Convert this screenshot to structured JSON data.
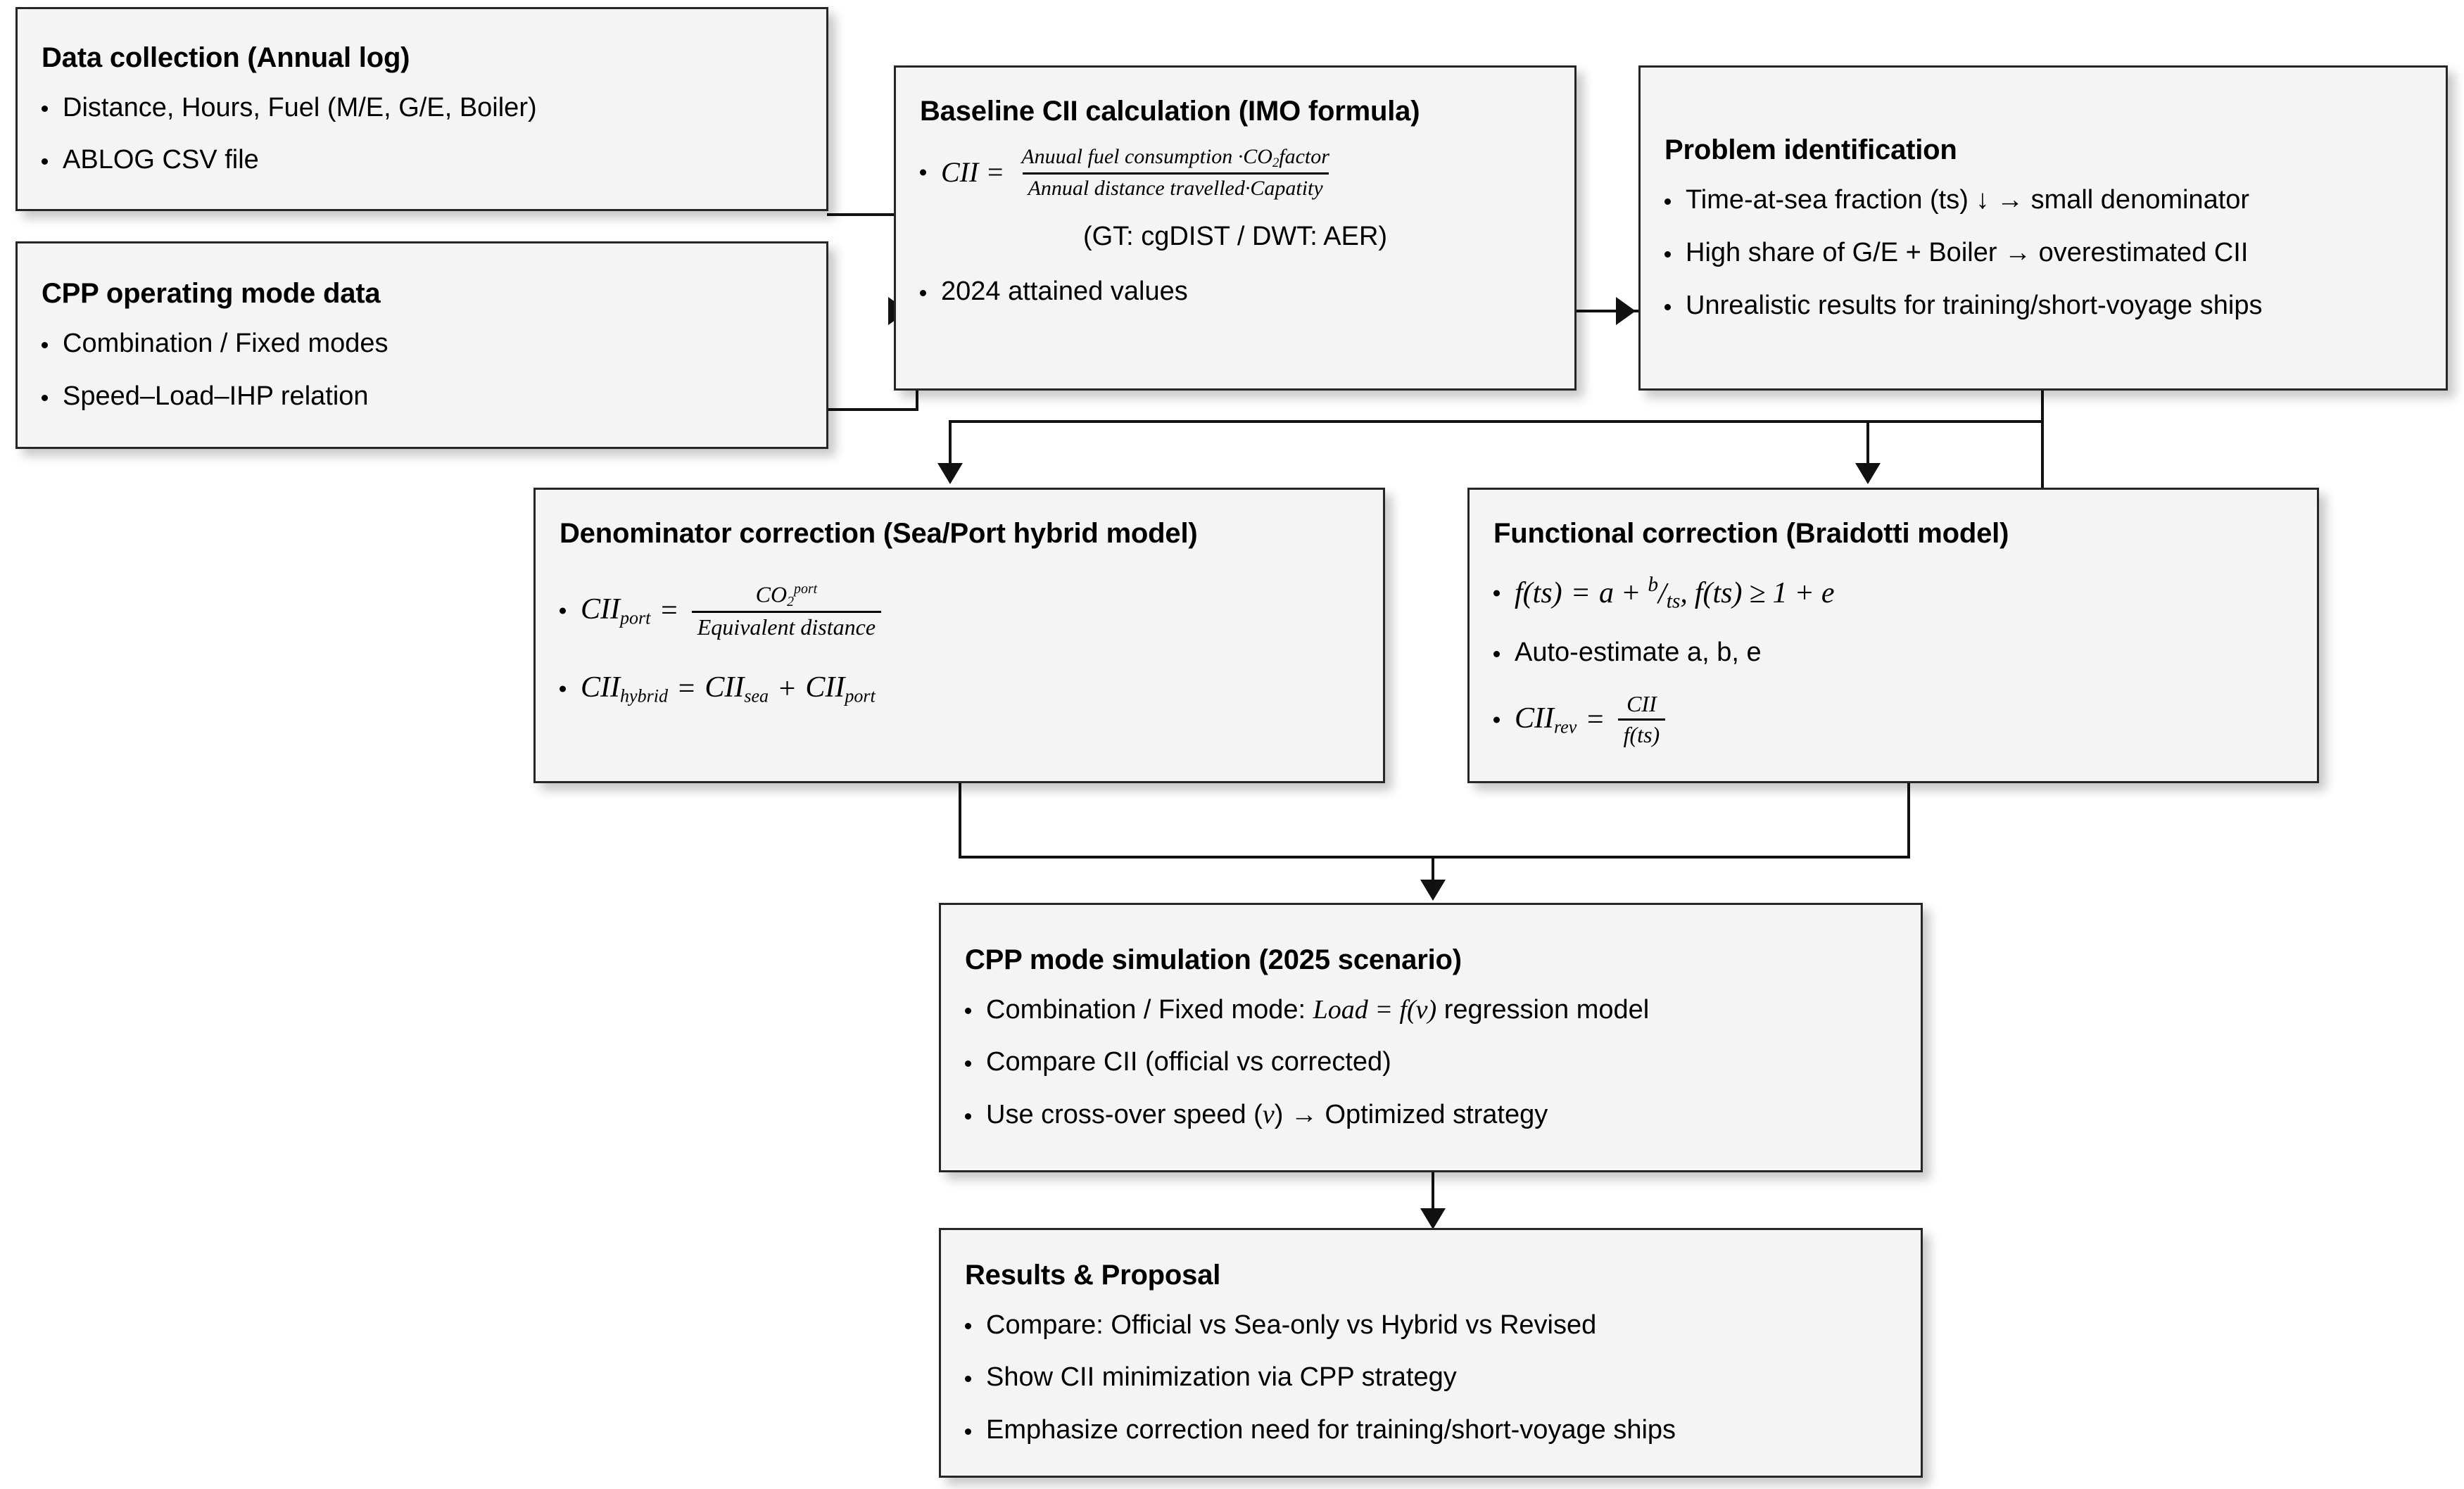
{
  "diagram": {
    "title": "CII calculation and correction methodology flowchart",
    "colors": {
      "box_fill": "#f4f4f4",
      "box_border": "#262626",
      "connector": "#111111",
      "text": "#000000"
    },
    "nodes": {
      "data_collection": {
        "title": "Data collection (Annual log)",
        "bullets": [
          "Distance, Hours, Fuel (M/E, G/E, Boiler)",
          "ABLOG CSV file"
        ]
      },
      "cpp_operating_mode": {
        "title": "CPP operating mode data",
        "bullets": [
          "Combination / Fixed modes",
          "Speed–Load–IHP relation"
        ]
      },
      "baseline_cii": {
        "title": "Baseline CII calculation (IMO formula)",
        "formula": {
          "lhs": "CII",
          "equals": "=",
          "numerator": "Anuual fuel consumption ·CO₂factor",
          "numerator_base": "Anuual fuel consumption ·CO",
          "numerator_sub": "2",
          "numerator_tail": "factor",
          "denominator": "Annual distance travelled·Capatity"
        },
        "note": "(GT: cgDIST / DWT: AER)",
        "bullets": [
          "2024 attained values"
        ]
      },
      "problem_identification": {
        "title": "Problem identification",
        "bullets": [
          "Time-at-sea fraction (ts) ↓ → small denominator",
          "High share of G/E + Boiler → overestimated CII",
          "Unrealistic results for training/short-voyage ships"
        ]
      },
      "denominator_correction": {
        "title": "Denominator correction (Sea/Port hybrid model)",
        "formula_1": {
          "lhs_base": "CII",
          "lhs_sub": "port",
          "equals": "=",
          "numerator_base": "CO",
          "numerator_sub": "2",
          "numerator_sup": "port",
          "denominator": "Equivalent distance"
        },
        "formula_2": {
          "lhs_base": "CII",
          "lhs_sub": "hybrid",
          "equals": "=",
          "term1_base": "CII",
          "term1_sub": "sea",
          "plus": "+",
          "term2_base": "CII",
          "term2_sub": "port"
        }
      },
      "functional_correction": {
        "title": "Functional correction (Braidotti model)",
        "formula_1": {
          "lhs": "f(ts)",
          "equals": "=",
          "a": "a",
          "plus": "+",
          "frac_num": "b",
          "frac_den": "ts",
          "comma": ",",
          "lhs2": "f(ts)",
          "geq": "≥",
          "one": "1",
          "plus2": "+",
          "e": "e"
        },
        "bullets": [
          "Auto-estimate a, b, e"
        ],
        "formula_2": {
          "lhs_base": "CII",
          "lhs_sub": "rev",
          "equals": "=",
          "numerator": "CII",
          "denominator": "f(ts)"
        }
      },
      "cpp_mode_simulation": {
        "title": "CPP mode simulation (2025 scenario)",
        "bullet_1": {
          "prefix": "Combination / Fixed mode: ",
          "math_load": "Load",
          "equals": " = ",
          "math_fv": "f(v)",
          "suffix": " regression model"
        },
        "bullets": [
          "Compare CII (official vs corrected)"
        ],
        "bullet_3": {
          "prefix": "Use cross-over speed (",
          "math_v": "v",
          "suffix": ") → Optimized strategy"
        }
      },
      "results_proposal": {
        "title": "Results & Proposal",
        "bullets": [
          "Compare: Official vs Sea-only vs Hybrid vs Revised",
          "Show CII minimization via CPP strategy",
          "Emphasize correction need for training/short-voyage ships"
        ]
      }
    },
    "edges": [
      {
        "name": "data-collection-to-baseline",
        "from": "data_collection",
        "to": "baseline_cii"
      },
      {
        "name": "cpp-mode-data-to-baseline",
        "from": "cpp_operating_mode",
        "to": "baseline_cii"
      },
      {
        "name": "baseline-to-problem",
        "from": "baseline_cii",
        "to": "problem_identification"
      },
      {
        "name": "problem-to-denominator-correction",
        "from": "problem_identification",
        "to": "denominator_correction"
      },
      {
        "name": "problem-to-functional-correction",
        "from": "problem_identification",
        "to": "functional_correction"
      },
      {
        "name": "denominator-to-cpp-simulation",
        "from": "denominator_correction",
        "to": "cpp_mode_simulation"
      },
      {
        "name": "functional-to-cpp-simulation",
        "from": "functional_correction",
        "to": "cpp_mode_simulation"
      },
      {
        "name": "cpp-simulation-to-results",
        "from": "cpp_mode_simulation",
        "to": "results_proposal"
      }
    ]
  }
}
